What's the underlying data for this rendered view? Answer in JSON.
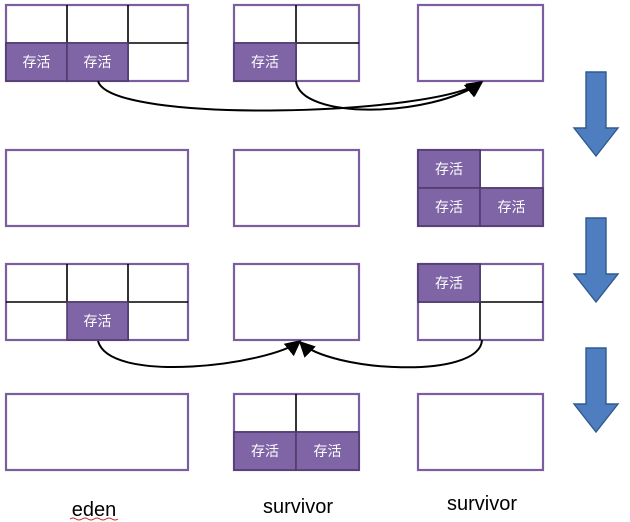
{
  "cell_label": "存活",
  "labels": {
    "eden": "eden",
    "survivor_from": "survivor",
    "survivor_to": "survivor"
  },
  "colors": {
    "frame": "#7a5ea0",
    "cell_fill": "#7f65a6",
    "arrow": "#4f7ec0"
  },
  "icons": [
    "down-arrow-icon",
    "curved-arrow-icon"
  ]
}
